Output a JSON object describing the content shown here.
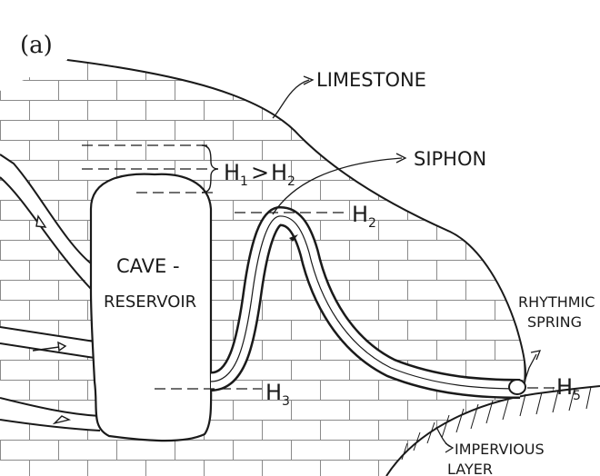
{
  "panel_label": "(a)",
  "labels": {
    "limestone": "LIMESTONE",
    "siphon": "SIPHON",
    "h_relation": {
      "h": "H",
      "s1": "1",
      "gt": ">",
      "s2": "2"
    },
    "h2": {
      "h": "H",
      "s": "2"
    },
    "cave_line1": "CAVE -",
    "cave_line2": "RESERVOIR",
    "rhythmic": "RHYTHMIC",
    "spring": "SPRING",
    "h3": {
      "h": "H",
      "s": "3"
    },
    "h5": {
      "h": "H",
      "s": "5"
    },
    "impervious": "IMPERVIOUS",
    "layer": "LAYER"
  },
  "colors": {
    "ink": "#1a1a1a",
    "brick": "#8a8a8a",
    "fill": "#ffffff"
  }
}
